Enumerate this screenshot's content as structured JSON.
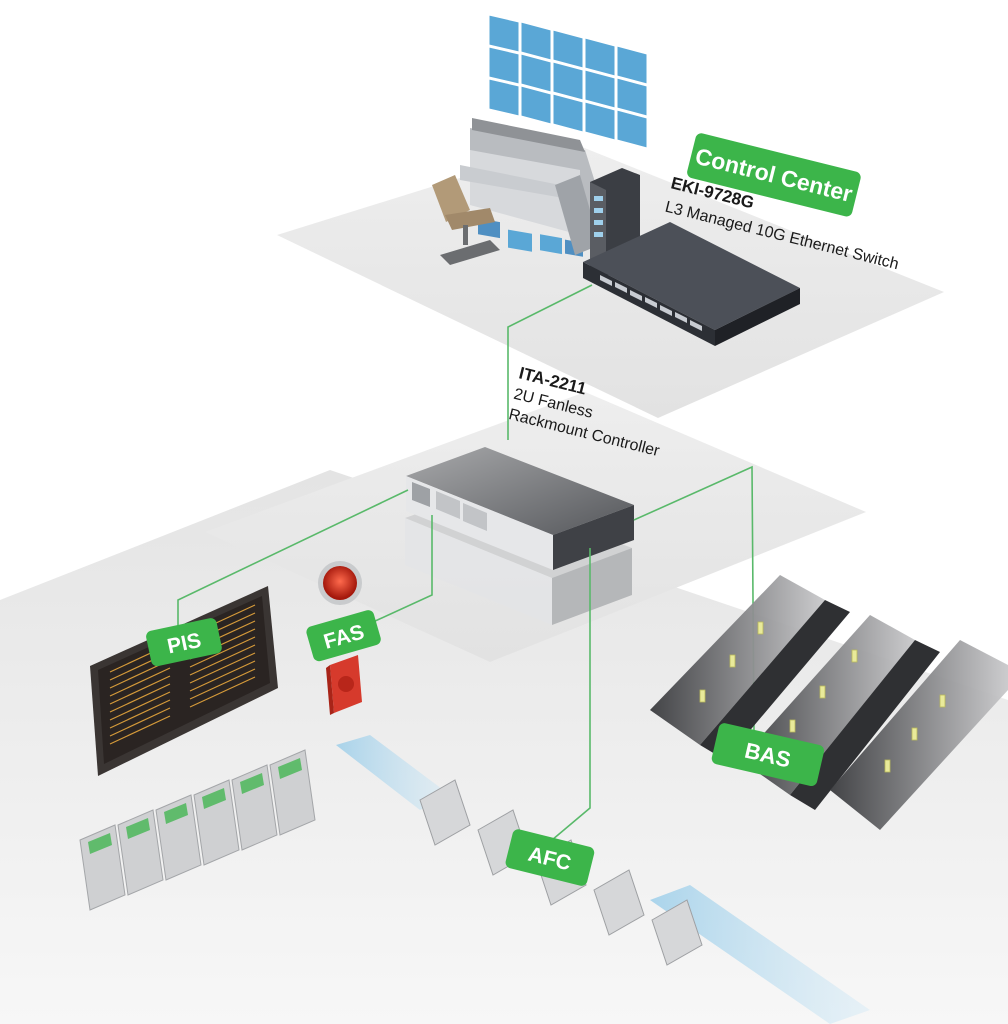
{
  "colors": {
    "accent_green": "#3cb54a",
    "link_line": "#59b96a",
    "floor": "#e9e9e9",
    "floor_dark": "#dcdcdc",
    "device_dark": "#3b3e44",
    "screen_blue": "#5aa7d6",
    "glass_blue": "#9fd0ec"
  },
  "labels": {
    "control_center": "Control Center",
    "switch_model": "EKI-9728G",
    "switch_desc": "L3 Managed 10G Ethernet Switch",
    "controller_model": "ITA-2211",
    "controller_desc_1": "2U Fanless",
    "controller_desc_2": "Rackmount Controller",
    "pis": "PIS",
    "fas": "FAS",
    "bas": "BAS",
    "afc": "AFC"
  },
  "icons": {
    "video_wall": "video-wall-icon",
    "console": "control-console-icon",
    "chair": "office-chair-icon",
    "rack": "server-rack-icon",
    "switch": "ethernet-switch-icon",
    "controller": "rackmount-controller-icon",
    "display_board": "passenger-info-board-icon",
    "fire_alarm": "fire-alarm-icon",
    "fire_bell": "alarm-bell-icon",
    "escalator": "escalator-icon",
    "ticket_machine": "ticket-machine-icon",
    "fare_gate": "fare-gate-icon"
  }
}
